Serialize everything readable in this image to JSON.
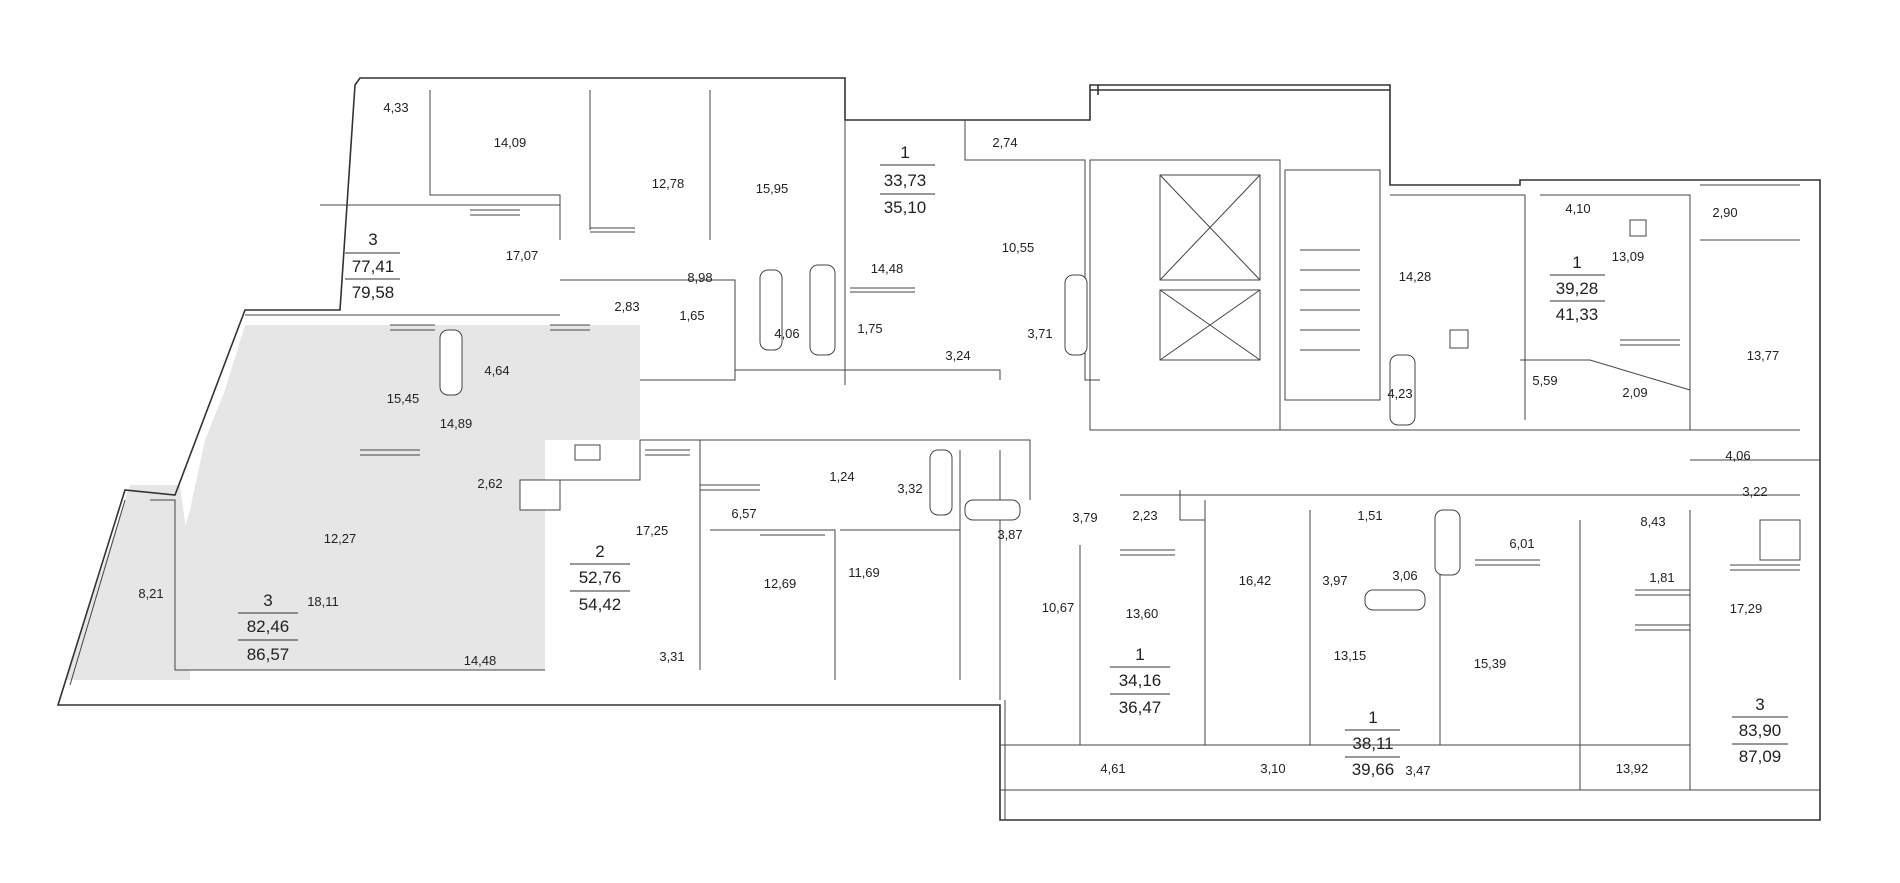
{
  "apartments": [
    {
      "id": "a1",
      "rooms": "1",
      "area": "33,73",
      "area_total": "35,10"
    },
    {
      "id": "a2",
      "rooms": "3",
      "area": "77,41",
      "area_total": "79,58"
    },
    {
      "id": "a3",
      "rooms": "1",
      "area": "39,28",
      "area_total": "41,33"
    },
    {
      "id": "a4",
      "rooms": "2",
      "area": "52,76",
      "area_total": "54,42"
    },
    {
      "id": "a5",
      "rooms": "3",
      "area": "82,46",
      "area_total": "86,57"
    },
    {
      "id": "a6",
      "rooms": "1",
      "area": "34,16",
      "area_total": "36,47"
    },
    {
      "id": "a7",
      "rooms": "1",
      "area": "38,11",
      "area_total": "39,66"
    },
    {
      "id": "a8",
      "rooms": "3",
      "area": "83,90",
      "area_total": "87,09"
    }
  ],
  "room_areas": [
    "4,33",
    "14,09",
    "12,78",
    "15,95",
    "2,74",
    "17,07",
    "8,98",
    "2,83",
    "1,65",
    "4,06",
    "14,48",
    "1,75",
    "10,55",
    "3,71",
    "3,24",
    "14,28",
    "4,10",
    "13,09",
    "2,90",
    "4,23",
    "5,59",
    "2,09",
    "13,77",
    "15,45",
    "4,64",
    "14,89",
    "2,62",
    "12,27",
    "8,21",
    "18,11",
    "14,48",
    "17,25",
    "3,31",
    "6,57",
    "12,69",
    "1,24",
    "3,32",
    "11,69",
    "3,87",
    "3,79",
    "2,23",
    "10,67",
    "13,60",
    "16,42",
    "1,51",
    "3,97",
    "3,06",
    "13,15",
    "6,01",
    "15,39",
    "8,43",
    "4,06",
    "3,22",
    "1,81",
    "17,29",
    "4,61",
    "3,10",
    "3,47",
    "13,92"
  ]
}
